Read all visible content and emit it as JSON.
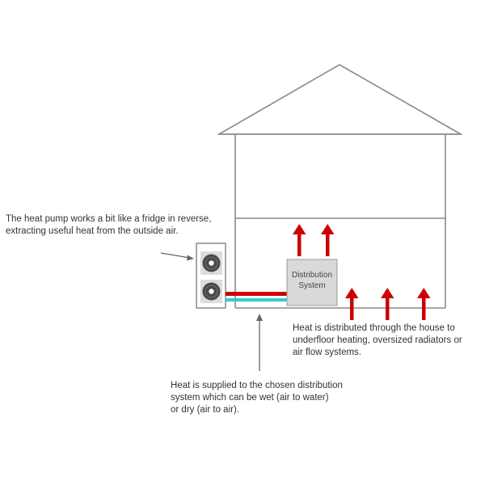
{
  "distribution_unit": {
    "line1": "Distribution",
    "line2": "System"
  },
  "captions": {
    "heat_pump": {
      "line1": "The heat pump works a bit like a fridge in reverse,",
      "line2": "extracting useful heat from the outside air."
    },
    "supply": {
      "line1": "Heat is supplied to the chosen distribution",
      "line2": "system which can be wet (air to water)",
      "line3": "or dry (air to air)."
    },
    "distribution": {
      "line1": "Heat is distributed through the house to",
      "line2": "underfloor heating, oversized radiators or",
      "line3": "air flow systems."
    }
  },
  "colors": {
    "outline": "#8a8a8a",
    "heat_arrow": "#cc0000",
    "hot_pipe": "#cc0000",
    "cold_pipe": "#33cccc",
    "unit_fill": "#dcdcdc",
    "fan": "#4a4a4a",
    "pointer": "#666666"
  },
  "icons": {
    "fan_icon": "fan-icon",
    "heat_arrow_icon": "arrow-up-icon",
    "pointer_arrow_icon": "arrow-right-icon"
  }
}
